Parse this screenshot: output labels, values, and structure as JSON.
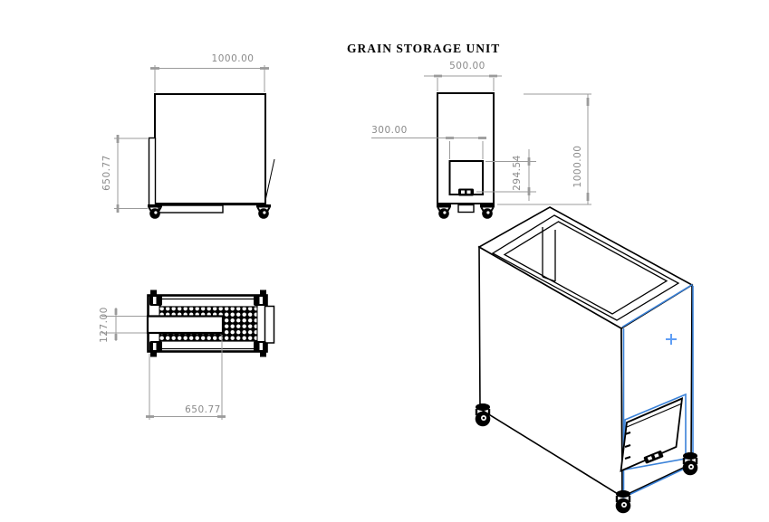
{
  "title": "GRAIN STORAGE UNIT",
  "drawing_type": "CAD multi-view technical drawing",
  "colors": {
    "geometry_line": "#000000",
    "dimension": "#8a8a8a",
    "selection_highlight": "#3b82d8",
    "plus_marker": "#5f9ef5",
    "background": "#ffffff"
  },
  "views": {
    "front": {
      "dims": {
        "width": "1000.00",
        "rail_height": "650.77"
      }
    },
    "side": {
      "dims": {
        "width": "500.00",
        "door_width": "300.00",
        "door_height": "294.54",
        "height": "1000.00"
      }
    },
    "top": {
      "dims": {
        "chute_width": "127.00",
        "chute_length": "650.77"
      }
    },
    "isometric": {
      "marker": "plus",
      "selected_face": "right door face"
    }
  }
}
